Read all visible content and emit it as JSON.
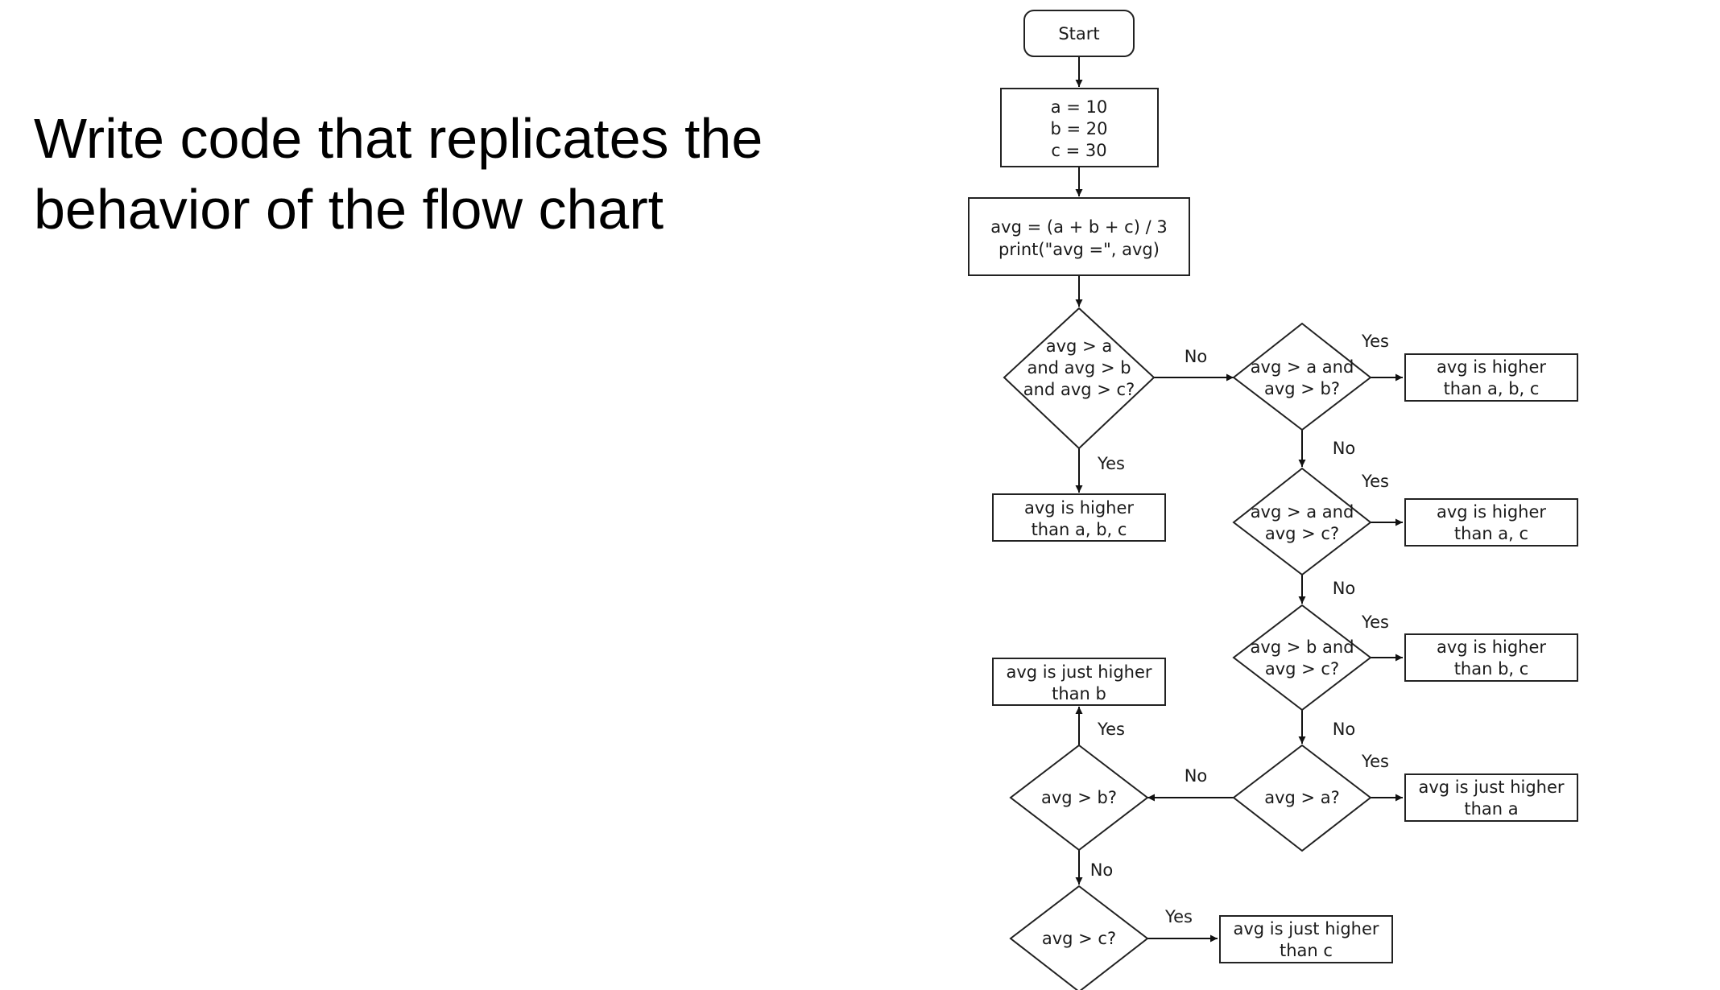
{
  "slide": {
    "lines": [
      "Write code that replicates the",
      "behavior of the flow chart"
    ]
  },
  "flowchart": {
    "start": "Start",
    "init": [
      "a = 10",
      "b = 20",
      "c = 30"
    ],
    "compute": [
      "avg = (a + b + c) / 3",
      "print(\"avg =\", avg)"
    ],
    "d1": [
      "avg > a",
      "and avg > b",
      "and avg > c?"
    ],
    "r1": [
      "avg is higher",
      "than a, b, c"
    ],
    "d2": [
      "avg > a and",
      "avg > b?"
    ],
    "r2": [
      "avg is higher",
      "than a, b, c"
    ],
    "d3": [
      "avg > a and",
      "avg > c?"
    ],
    "r3": [
      "avg is higher",
      "than a, c"
    ],
    "d4": [
      "avg > b and",
      "avg > c?"
    ],
    "r4": [
      "avg is higher",
      "than b, c"
    ],
    "d5": [
      "avg > a?"
    ],
    "r5": [
      "avg is just higher",
      "than a"
    ],
    "d6": [
      "avg > b?"
    ],
    "r6": [
      "avg is just higher",
      "than b"
    ],
    "d7": [
      "avg > c?"
    ],
    "r7": [
      "avg is just higher",
      "than c"
    ],
    "yes": "Yes",
    "no": "No"
  }
}
